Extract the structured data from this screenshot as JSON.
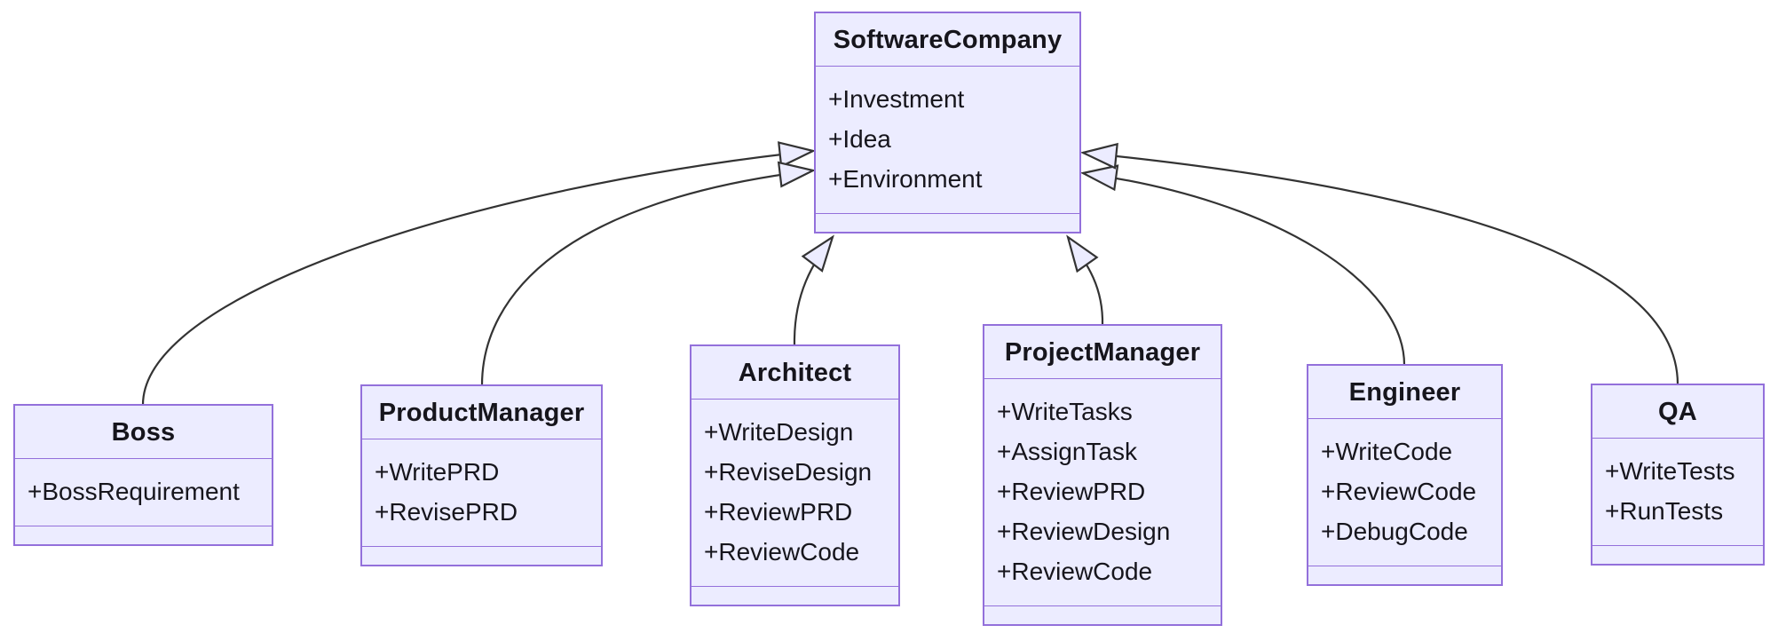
{
  "diagram": {
    "kind": "uml-class-diagram",
    "colors": {
      "node_fill": "#ECECFF",
      "node_border": "#9370DB",
      "edge_stroke": "#333333",
      "arrowhead_fill": "#ECECFF",
      "text": "#16151c",
      "background": "#ffffff"
    },
    "classes": [
      {
        "id": "SoftwareCompany",
        "name": "SoftwareCompany",
        "members": [
          "+Investment",
          "+Idea",
          "+Environment"
        ]
      },
      {
        "id": "Boss",
        "name": "Boss",
        "members": [
          "+BossRequirement"
        ]
      },
      {
        "id": "ProductManager",
        "name": "ProductManager",
        "members": [
          "+WritePRD",
          "+RevisePRD"
        ]
      },
      {
        "id": "Architect",
        "name": "Architect",
        "members": [
          "+WriteDesign",
          "+ReviseDesign",
          "+ReviewPRD",
          "+ReviewCode"
        ]
      },
      {
        "id": "ProjectManager",
        "name": "ProjectManager",
        "members": [
          "+WriteTasks",
          "+AssignTask",
          "+ReviewPRD",
          "+ReviewDesign",
          "+ReviewCode"
        ]
      },
      {
        "id": "Engineer",
        "name": "Engineer",
        "members": [
          "+WriteCode",
          "+ReviewCode",
          "+DebugCode"
        ]
      },
      {
        "id": "QA",
        "name": "QA",
        "members": [
          "+WriteTests",
          "+RunTests"
        ]
      }
    ],
    "relations": [
      {
        "from": "Boss",
        "to": "SoftwareCompany",
        "type": "inheritance"
      },
      {
        "from": "ProductManager",
        "to": "SoftwareCompany",
        "type": "inheritance"
      },
      {
        "from": "Architect",
        "to": "SoftwareCompany",
        "type": "inheritance"
      },
      {
        "from": "ProjectManager",
        "to": "SoftwareCompany",
        "type": "inheritance"
      },
      {
        "from": "Engineer",
        "to": "SoftwareCompany",
        "type": "inheritance"
      },
      {
        "from": "QA",
        "to": "SoftwareCompany",
        "type": "inheritance"
      }
    ]
  }
}
